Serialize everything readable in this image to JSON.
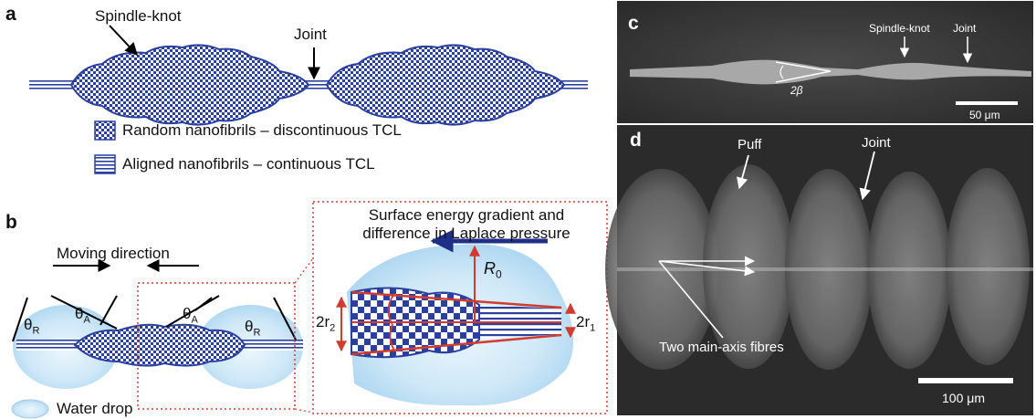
{
  "panel_a": {
    "panel_letter": "a",
    "spindle_knot_label": "Spindle-knot",
    "joint_label": "Joint",
    "legend": [
      {
        "text": "Random nanofibrils – discontinuous TCL"
      },
      {
        "text": "Aligned nanofibrils – continuous TCL"
      }
    ]
  },
  "panel_b": {
    "panel_letter": "b",
    "moving_direction": "Moving direction",
    "theta_r": "θ",
    "theta_r_sub": "R",
    "theta_a": "θ",
    "theta_a_sub": "A",
    "water_drop": "Water drop",
    "zoom_title_line1": "Surface energy gradient and",
    "zoom_title_line2": "difference in Laplace pressure",
    "r0_main": "R",
    "r0_sub": "0",
    "two_r2_main": "2r",
    "two_r2_sub": "2",
    "two_r1_main": "2r",
    "two_r1_sub": "1"
  },
  "panel_c": {
    "panel_letter": "c",
    "spindle_knot_label": "Spindle-knot",
    "joint_label": "Joint",
    "angle_label": "2β",
    "scale_bar": "50 μm"
  },
  "panel_d": {
    "panel_letter": "d",
    "puff_label": "Puff",
    "joint_label": "Joint",
    "fibres_label": "Two main-axis fibres",
    "scale_bar": "100 μm"
  },
  "colors": {
    "fibre_blue": "#2b3f9e",
    "drop_blue": "#bfe0f5",
    "zoom_red": "#d23b2f",
    "arrow_navy": "#1f2e86"
  }
}
